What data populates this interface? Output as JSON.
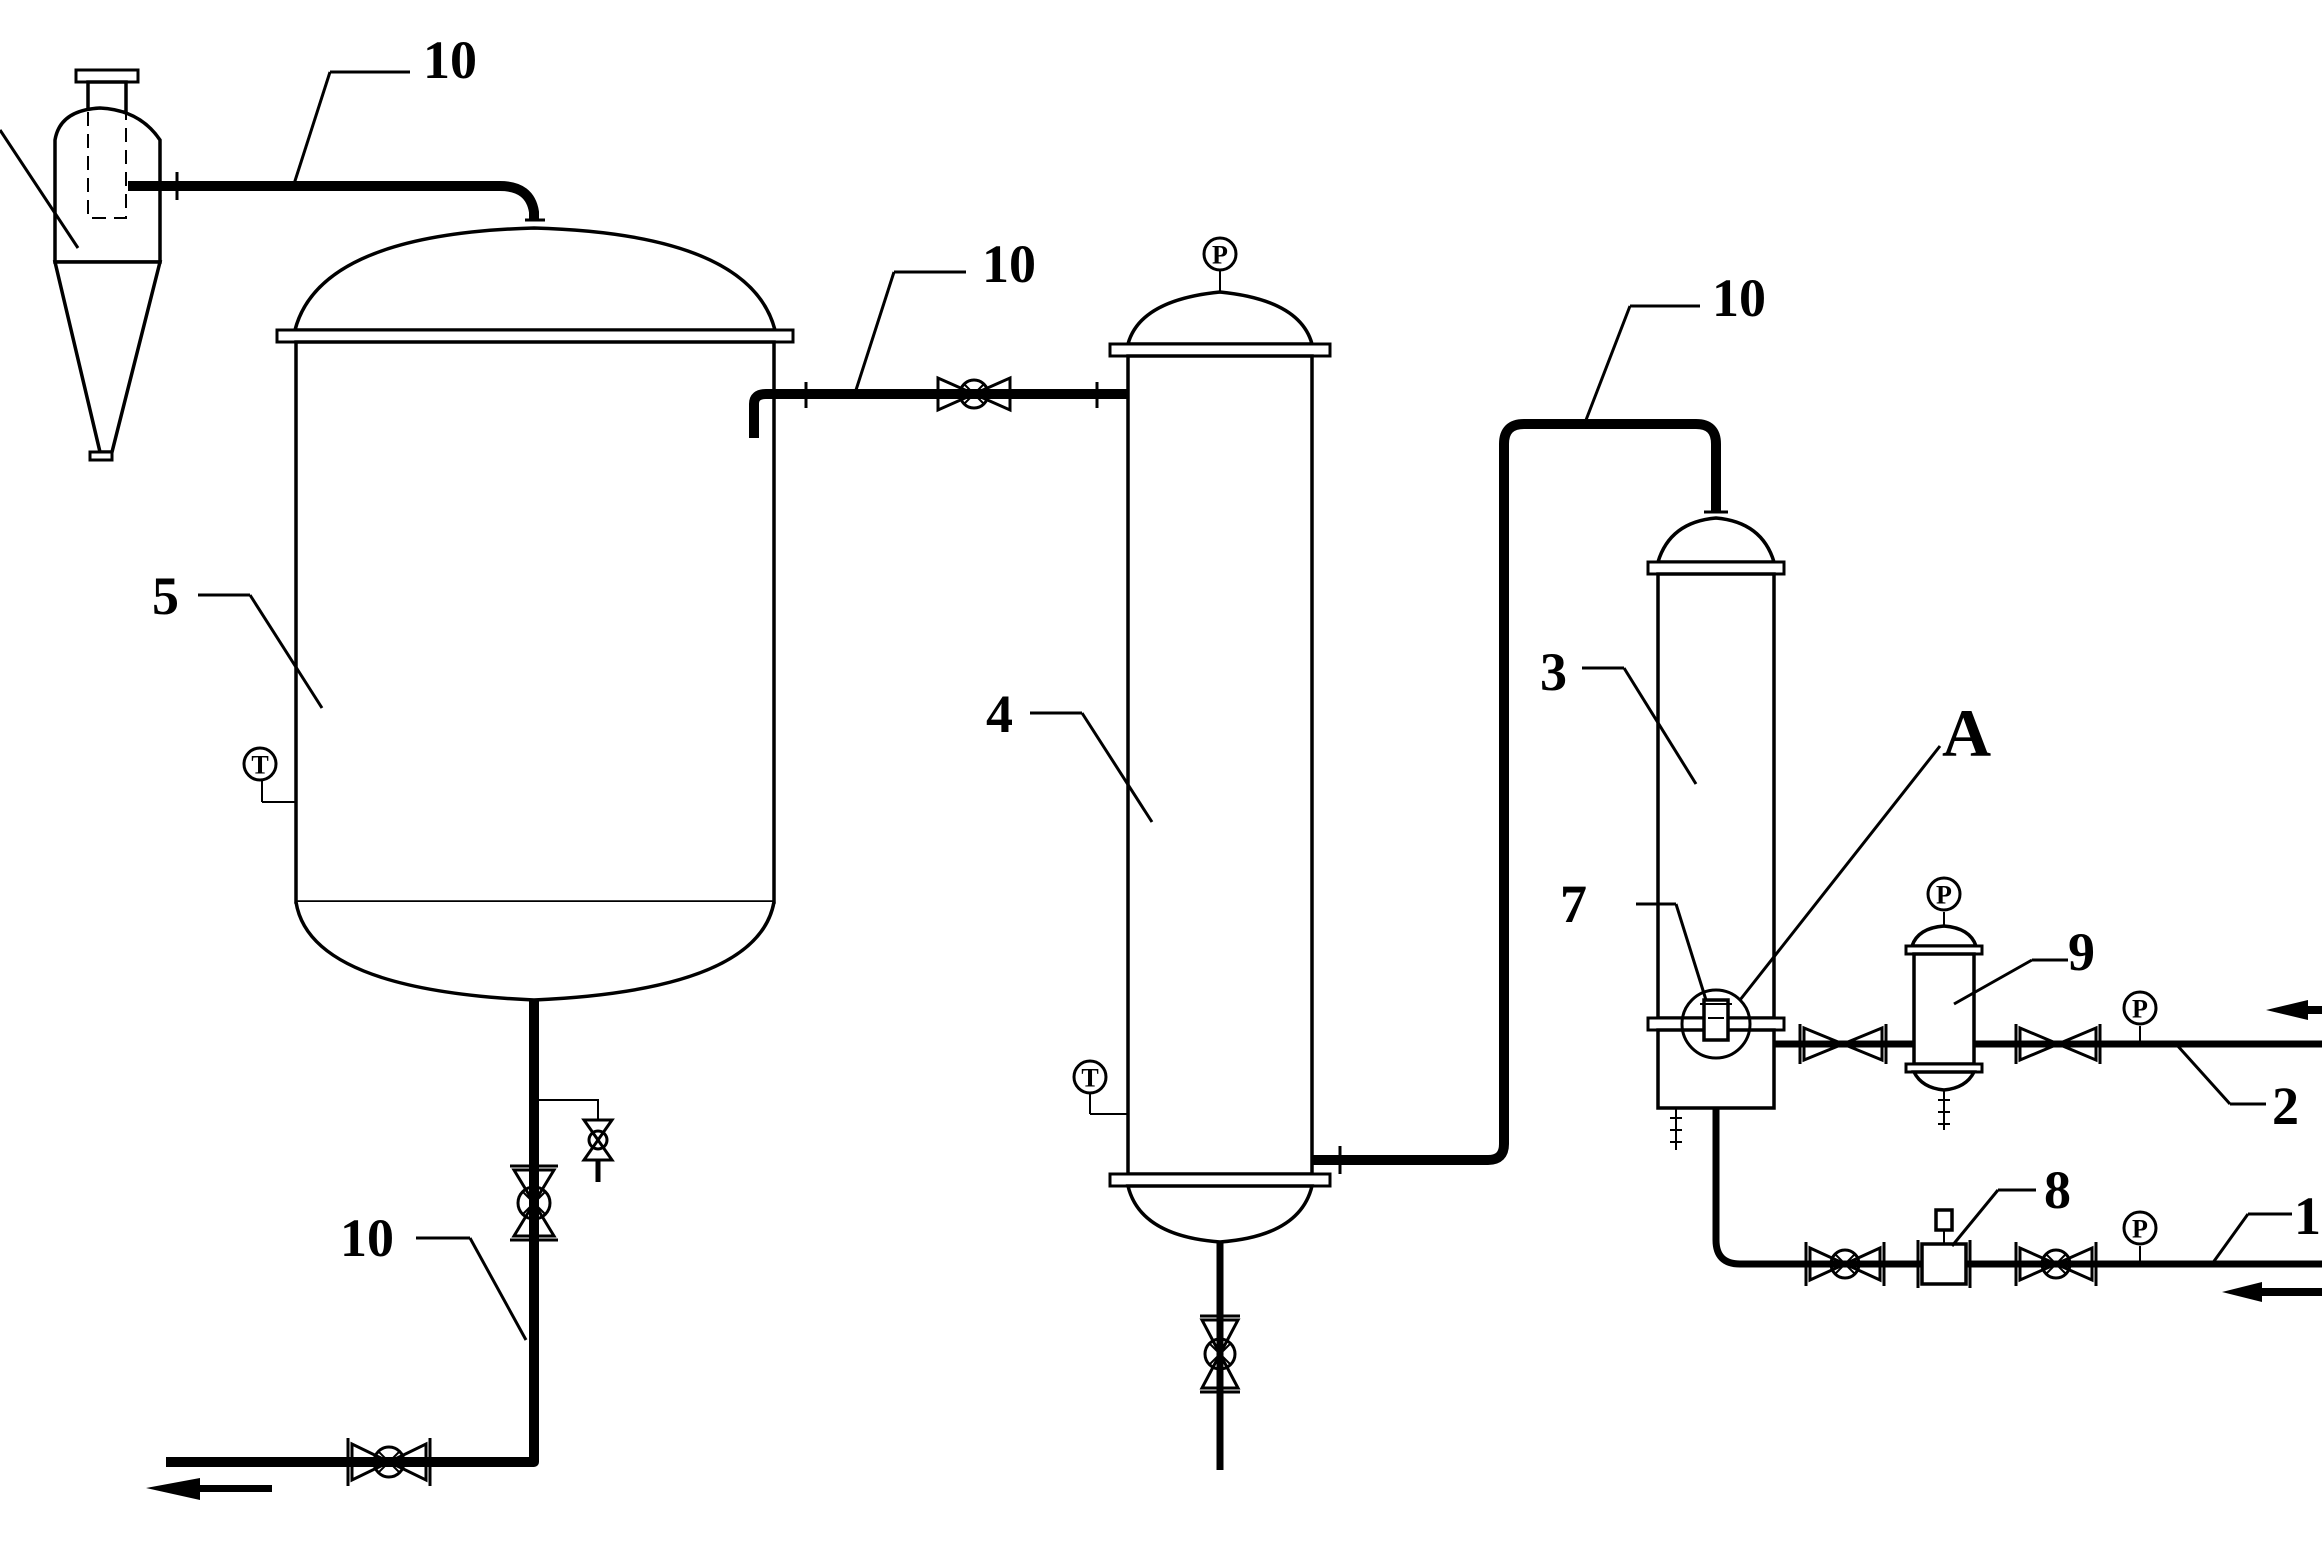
{
  "labels": {
    "pipe_top": "10",
    "pipe_mid": "10",
    "pipe_right": "10",
    "pipe_bottom": "10",
    "tank5": "5",
    "column4": "4",
    "column3": "3",
    "detail_a": "A",
    "component7": "7",
    "filter9": "9",
    "flowmeter8": "8",
    "inlet2": "2",
    "inlet1": "1"
  },
  "instruments": {
    "pressure": "P",
    "temperature": "T"
  }
}
